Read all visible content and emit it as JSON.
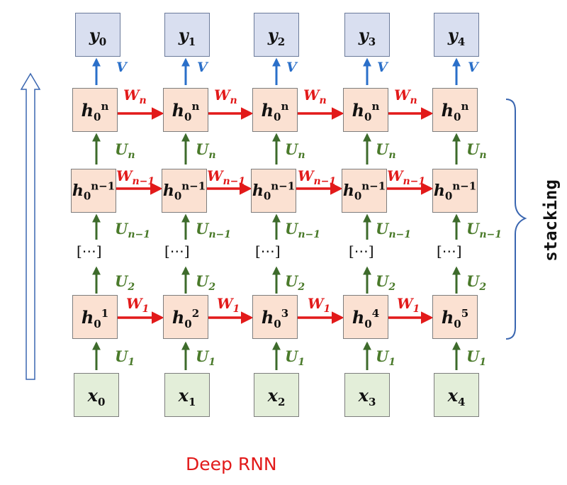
{
  "caption": "Deep RNN",
  "side_label": "stacking",
  "outputs": [
    "y",
    "y",
    "y",
    "y",
    "y"
  ],
  "output_subscripts": [
    "0",
    "1",
    "2",
    "3",
    "4"
  ],
  "output_weight": "V",
  "top_layer": {
    "base": "h",
    "sub": "0",
    "sup": "n",
    "recurrent_weight": "W",
    "recurrent_weight_sub": "n",
    "input_weight": "U",
    "input_weight_sub": "n"
  },
  "mid_layer": {
    "base": "h",
    "sub": "0",
    "sup": "n−1",
    "recurrent_weight": "W",
    "recurrent_weight_sub": "n−1",
    "input_weight": "U",
    "input_weight_sub": "n−1"
  },
  "ellipsis": "[⋯]",
  "ellipsis_weight": "U",
  "ellipsis_weight_sub": "2",
  "bottom_layer": {
    "base": "h",
    "sub": "0",
    "sups": [
      "1",
      "2",
      "3",
      "4",
      "5"
    ],
    "recurrent_weight": "W",
    "recurrent_weight_sub": "1",
    "input_weight": "U",
    "input_weight_sub": "1"
  },
  "inputs": [
    "x",
    "x",
    "x",
    "x",
    "x"
  ],
  "input_subscripts": [
    "0",
    "1",
    "2",
    "3",
    "4"
  ],
  "colors": {
    "recurrent": "#e21a1a",
    "vertical": "#3d6b2b",
    "output": "#2a6fc9",
    "y_fill": "#d9dff0",
    "h_fill": "#fbe1d2",
    "x_fill": "#e3eed9"
  }
}
